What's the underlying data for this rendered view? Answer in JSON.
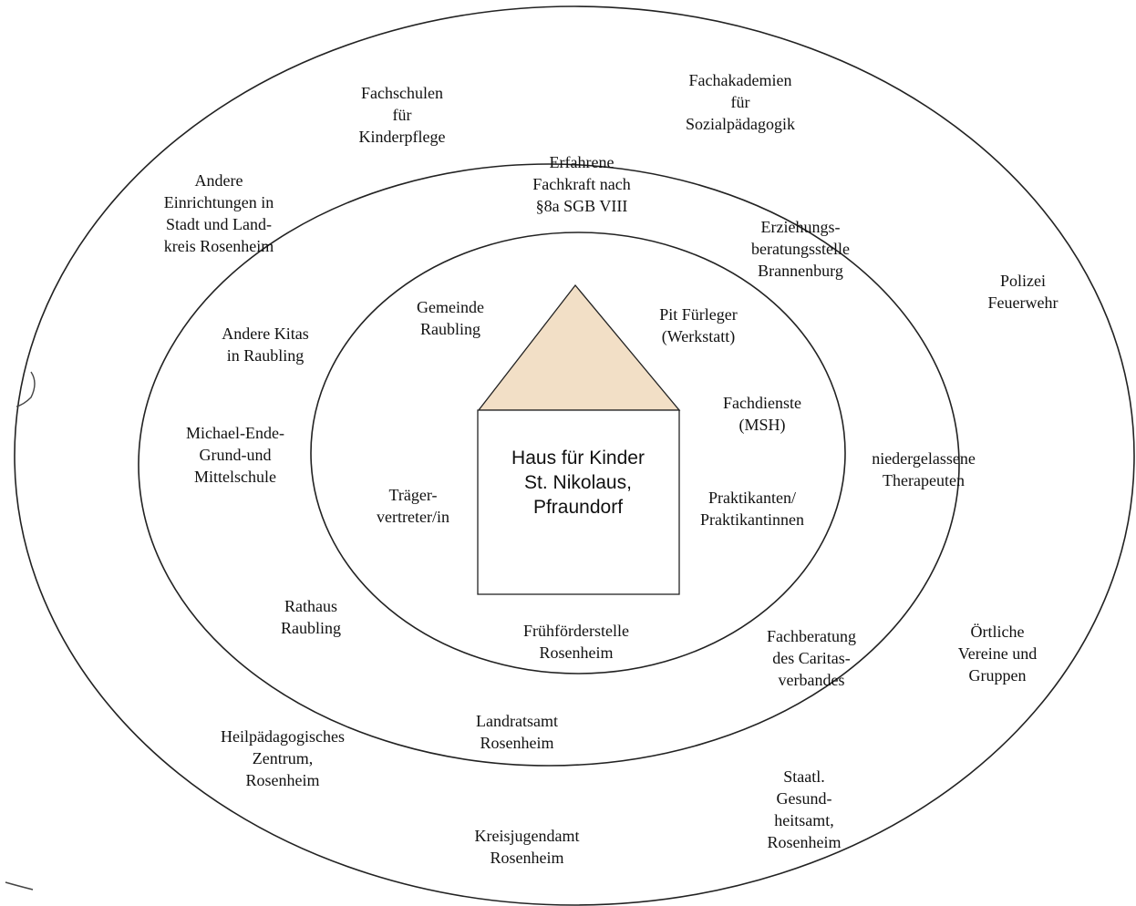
{
  "colors": {
    "line": "#222222",
    "roof_fill": "#f2dfc6",
    "background": "#ffffff",
    "text": "#111111"
  },
  "center": {
    "lines": [
      "Haus für Kinder",
      "St. Nikolaus,",
      "Pfraundorf"
    ]
  },
  "inner_ring": [
    {
      "id": "gemeinde",
      "lines": [
        "Gemeinde",
        "Raubling"
      ]
    },
    {
      "id": "pit",
      "lines": [
        "Pit Fürleger",
        "(Werkstatt)"
      ]
    },
    {
      "id": "fachdienste",
      "lines": [
        "Fachdienste",
        "(MSH)"
      ]
    },
    {
      "id": "traeger",
      "lines": [
        "Träger-",
        "vertreter/in"
      ]
    },
    {
      "id": "praktikanten",
      "lines": [
        "Praktikanten/",
        "Praktikantinnen"
      ]
    },
    {
      "id": "fruehfoerder",
      "lines": [
        "Frühförderstelle",
        "Rosenheim"
      ]
    }
  ],
  "middle_ring": [
    {
      "id": "fachkraft",
      "lines": [
        "Erfahrene",
        "Fachkraft nach",
        "§8a SGB VIII"
      ]
    },
    {
      "id": "erziehungsberatung",
      "lines": [
        "Erziehungs-",
        "beratungsstelle",
        "Brannenburg"
      ]
    },
    {
      "id": "kitas",
      "lines": [
        "Andere Kitas",
        "in Raubling"
      ]
    },
    {
      "id": "schule",
      "lines": [
        "Michael-Ende-",
        "Grund-und",
        "Mittelschule"
      ]
    },
    {
      "id": "rathaus",
      "lines": [
        "Rathaus",
        "Raubling"
      ]
    },
    {
      "id": "fachberatung",
      "lines": [
        "Fachberatung",
        "des Caritas-",
        "verbandes"
      ]
    },
    {
      "id": "landratsamt",
      "lines": [
        "Landratsamt",
        "Rosenheim"
      ]
    }
  ],
  "outer_ring": [
    {
      "id": "fachschulen",
      "lines": [
        "Fachschulen",
        "für",
        "Kinderpflege"
      ]
    },
    {
      "id": "fachakademien",
      "lines": [
        "Fachakademien",
        "für",
        "Sozialpädagogik"
      ]
    },
    {
      "id": "einrichtungen",
      "lines": [
        "Andere",
        "Einrichtungen in",
        "Stadt und Land-",
        "kreis Rosenheim"
      ]
    },
    {
      "id": "polizei",
      "lines": [
        "Polizei",
        "Feuerwehr"
      ]
    },
    {
      "id": "therapeuten",
      "lines": [
        "niedergelassene",
        "Therapeuten"
      ]
    },
    {
      "id": "vereine",
      "lines": [
        "Örtliche",
        "Vereine und",
        "Gruppen"
      ]
    },
    {
      "id": "heilpaed",
      "lines": [
        "Heilpädagogisches",
        "Zentrum,",
        "Rosenheim"
      ]
    },
    {
      "id": "gesundheitsamt",
      "lines": [
        "Staatl.",
        "Gesund-",
        "heitsamt,",
        "Rosenheim"
      ]
    },
    {
      "id": "kreisjugendamt",
      "lines": [
        "Kreisjugendamt",
        "Rosenheim"
      ]
    }
  ]
}
